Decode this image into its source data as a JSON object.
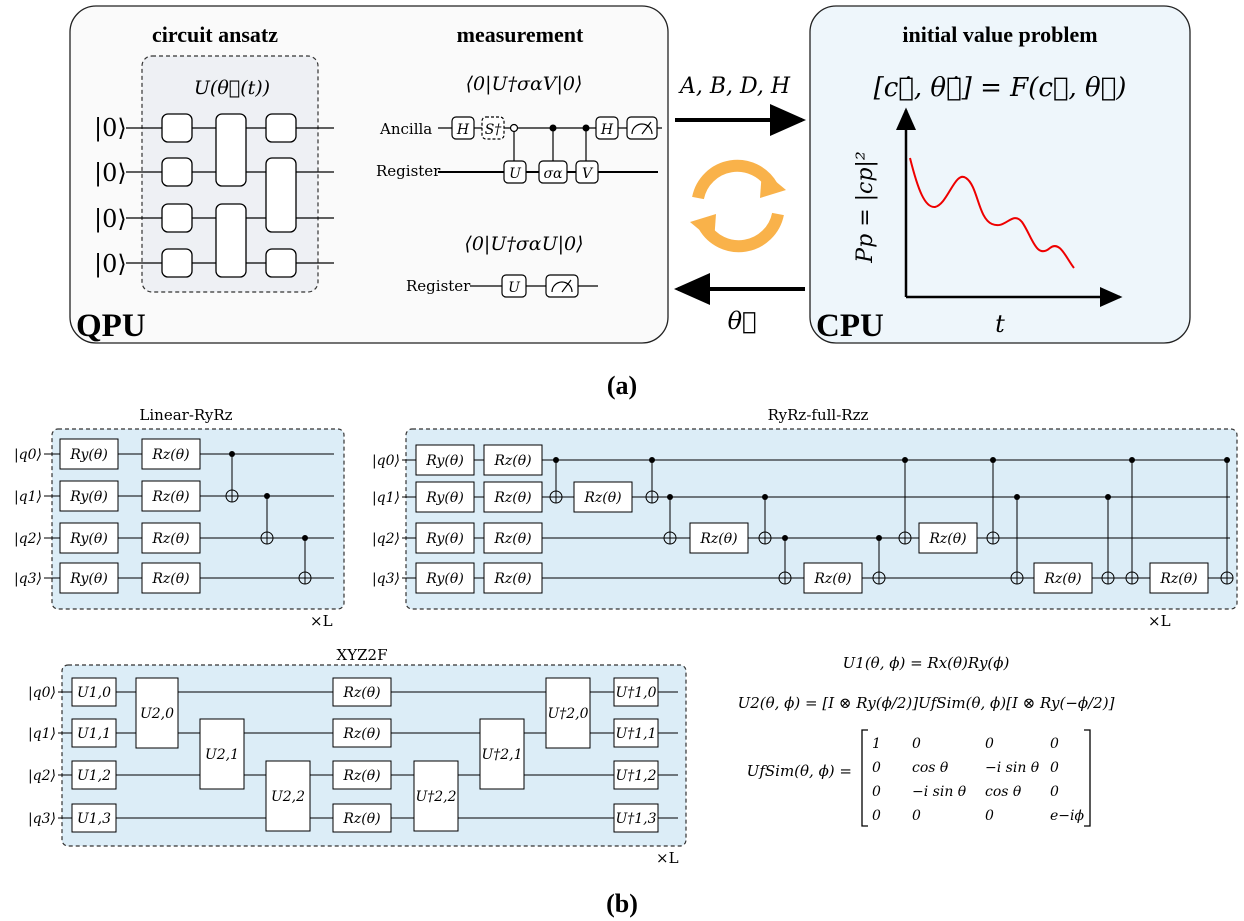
{
  "panel_a": {
    "qpu_label": "QPU",
    "cpu_label": "CPU",
    "circuit_ansatz_title": "circuit ansatz",
    "measurement_title": "measurement",
    "ivp_title": "initial value problem",
    "ansatz_unitary": "U(θ⃗(t))",
    "ket_zero": "|0⟩",
    "measure_expr_1": "⟨0|U†σαV|0⟩",
    "measure_expr_2": "⟨0|U†σαU|0⟩",
    "ancilla_label": "Ancilla",
    "register_label": "Register",
    "arrow_to_cpu_label": "A, B, D, H",
    "arrow_to_qpu_label": "θ⃗",
    "ivp_equation": "[c⃗̇, θ⃗̇] = F(c⃗, θ⃗)",
    "plot_ylabel": "Pp = |cp|²",
    "plot_xlabel": "t",
    "gate_H": "H",
    "gate_Sdag": "S†",
    "gate_U": "U",
    "gate_sigma": "σα",
    "gate_V": "V",
    "caption": "(a)",
    "cycle_color": "#f9b24a",
    "panel_fill": "#fafafa",
    "cpu_fill": "#eef6fb"
  },
  "panel_b": {
    "caption": "(b)",
    "box_fill": "#dcedf7",
    "linear_title": "Linear-RyRz",
    "full_title": "RyRz-full-Rzz",
    "xyz_title": "XYZ2F",
    "repeat_label": "×L",
    "qubits": [
      "|q0⟩",
      "|q1⟩",
      "|q2⟩",
      "|q3⟩"
    ],
    "gate_ry": "Ry(θ)",
    "gate_rz": "Rz(θ)",
    "u1_gates": [
      "U1,0",
      "U1,1",
      "U1,2",
      "U1,3"
    ],
    "u2_gates": [
      "U2,0",
      "U2,1",
      "U2,2"
    ],
    "u2dag_gates": [
      "U†2,2",
      "U†2,1",
      "U†2,0"
    ],
    "u1dag_gates": [
      "U†1,0",
      "U†1,1",
      "U†1,2",
      "U†1,3"
    ],
    "eq1": "U1(θ, ϕ) = Rx(θ)Ry(ϕ)",
    "eq2": "U2(θ, ϕ) = [I ⊗ Ry(ϕ/2)]UfSim(θ, ϕ)[I ⊗ Ry(−ϕ/2)]",
    "eq3_lhs": "UfSim(θ, ϕ) =",
    "matrix": [
      [
        "1",
        "0",
        "0",
        "0"
      ],
      [
        "0",
        "cos θ",
        "−i sin θ",
        "0"
      ],
      [
        "0",
        "−i sin θ",
        "cos θ",
        "0"
      ],
      [
        "0",
        "0",
        "0",
        "e−iϕ"
      ]
    ]
  }
}
